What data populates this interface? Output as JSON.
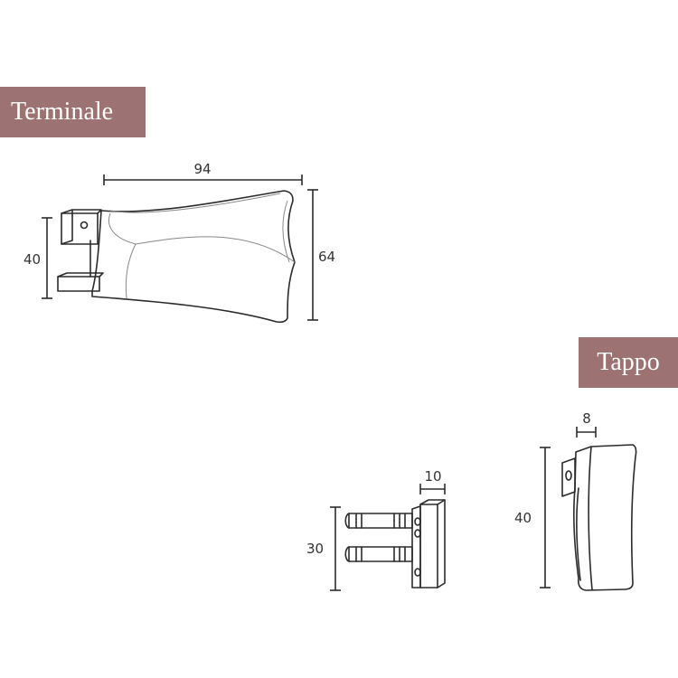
{
  "labels": {
    "terminale": "Terminale",
    "tappo": "Tappo"
  },
  "dimensions": {
    "terminale_width": "94",
    "terminale_height": "64",
    "terminale_bracket": "40",
    "pin_width": "10",
    "pin_spacing": "30",
    "tappo_depth": "8",
    "tappo_height": "40"
  },
  "colors": {
    "label_bg": "#9c7272",
    "line": "#2b2b2b"
  }
}
